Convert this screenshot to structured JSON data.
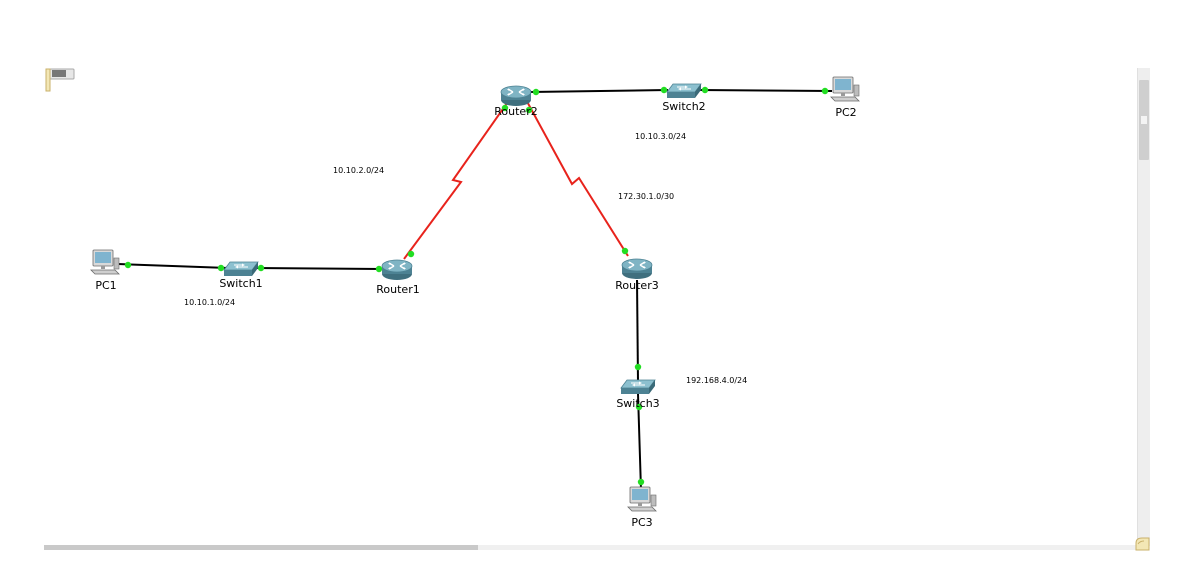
{
  "workspace": {
    "devices": {
      "pc1": "PC1",
      "pc2": "PC2",
      "pc3": "PC3",
      "switch1": "Switch1",
      "switch2": "Switch2",
      "switch3": "Switch3",
      "router1": "Router1",
      "router2": "Router2",
      "router3": "Router3"
    },
    "networks": {
      "lan1": "10.10.1.0/24",
      "wan_r1_r2": "10.10.2.0/24",
      "lan2": "10.10.3.0/24",
      "wan_r2_r3": "172.30.1.0/30",
      "lan3": "192.168.4.0/24"
    }
  },
  "colors": {
    "ethernet_link": "#000000",
    "serial_link": "#e8231c",
    "link_up_indicator": "#22dd22",
    "device_teal": "#5e98a8"
  }
}
